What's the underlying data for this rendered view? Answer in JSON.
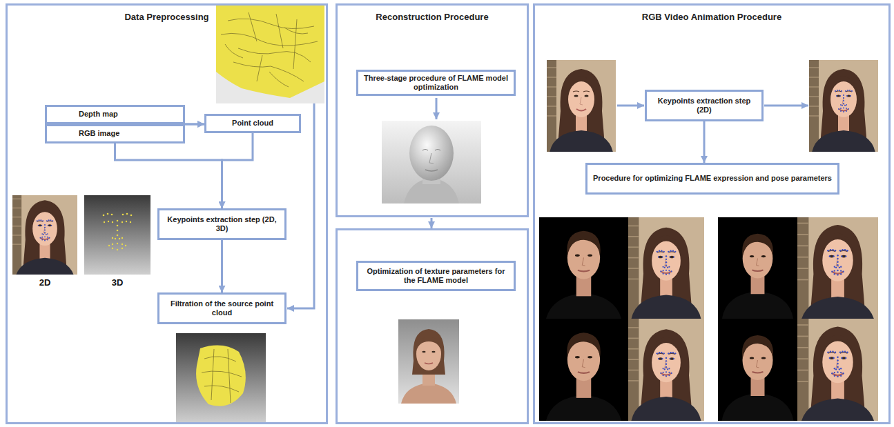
{
  "diagram": {
    "nodes": [
      {
        "text": [
          "Data Preprocessing"
        ]
      },
      {
        "text": [
          "Depth map"
        ],
        "in": 0
      },
      {
        "text": [
          "RGB image"
        ],
        "in": 0
      },
      {
        "text": [
          "Point cloud"
        ],
        "in": 0
      },
      {
        "text": [
          "Keypoints extraction step (2D, 3D)"
        ],
        "in": 0
      },
      {
        "text": [
          "Filtration of the source point cloud"
        ],
        "in": 0
      },
      {
        "text": [
          "Reconstruction Procedure"
        ]
      },
      {
        "text": [
          "Three-stage procedure of FLAME model optimization"
        ],
        "in": 6
      },
      {
        "text": [
          "Optimization of texture parameters for the FLAME model"
        ]
      },
      {
        "text": [
          "RGB Video Animation Procedure"
        ]
      },
      {
        "text": [
          "Keypoints extraction step (2D)"
        ],
        "in": 9
      },
      {
        "text": [
          "Procedure for optimizing FLAME expression and pose parameters"
        ],
        "in": 9
      }
    ],
    "edges": [
      {
        "from": 1,
        "to": 3,
        "arrow": "to"
      },
      {
        "from": 2,
        "to": 3,
        "arrow": "to"
      },
      {
        "from": 2,
        "to": 4,
        "arrow": "to"
      },
      {
        "from": 3,
        "to": 4,
        "arrow": "to"
      },
      {
        "from": 4,
        "to": 5,
        "arrow": "to"
      },
      {
        "from": 10,
        "to": 11,
        "arrow": "to"
      }
    ],
    "labels": [
      "2D",
      "3D"
    ]
  }
}
